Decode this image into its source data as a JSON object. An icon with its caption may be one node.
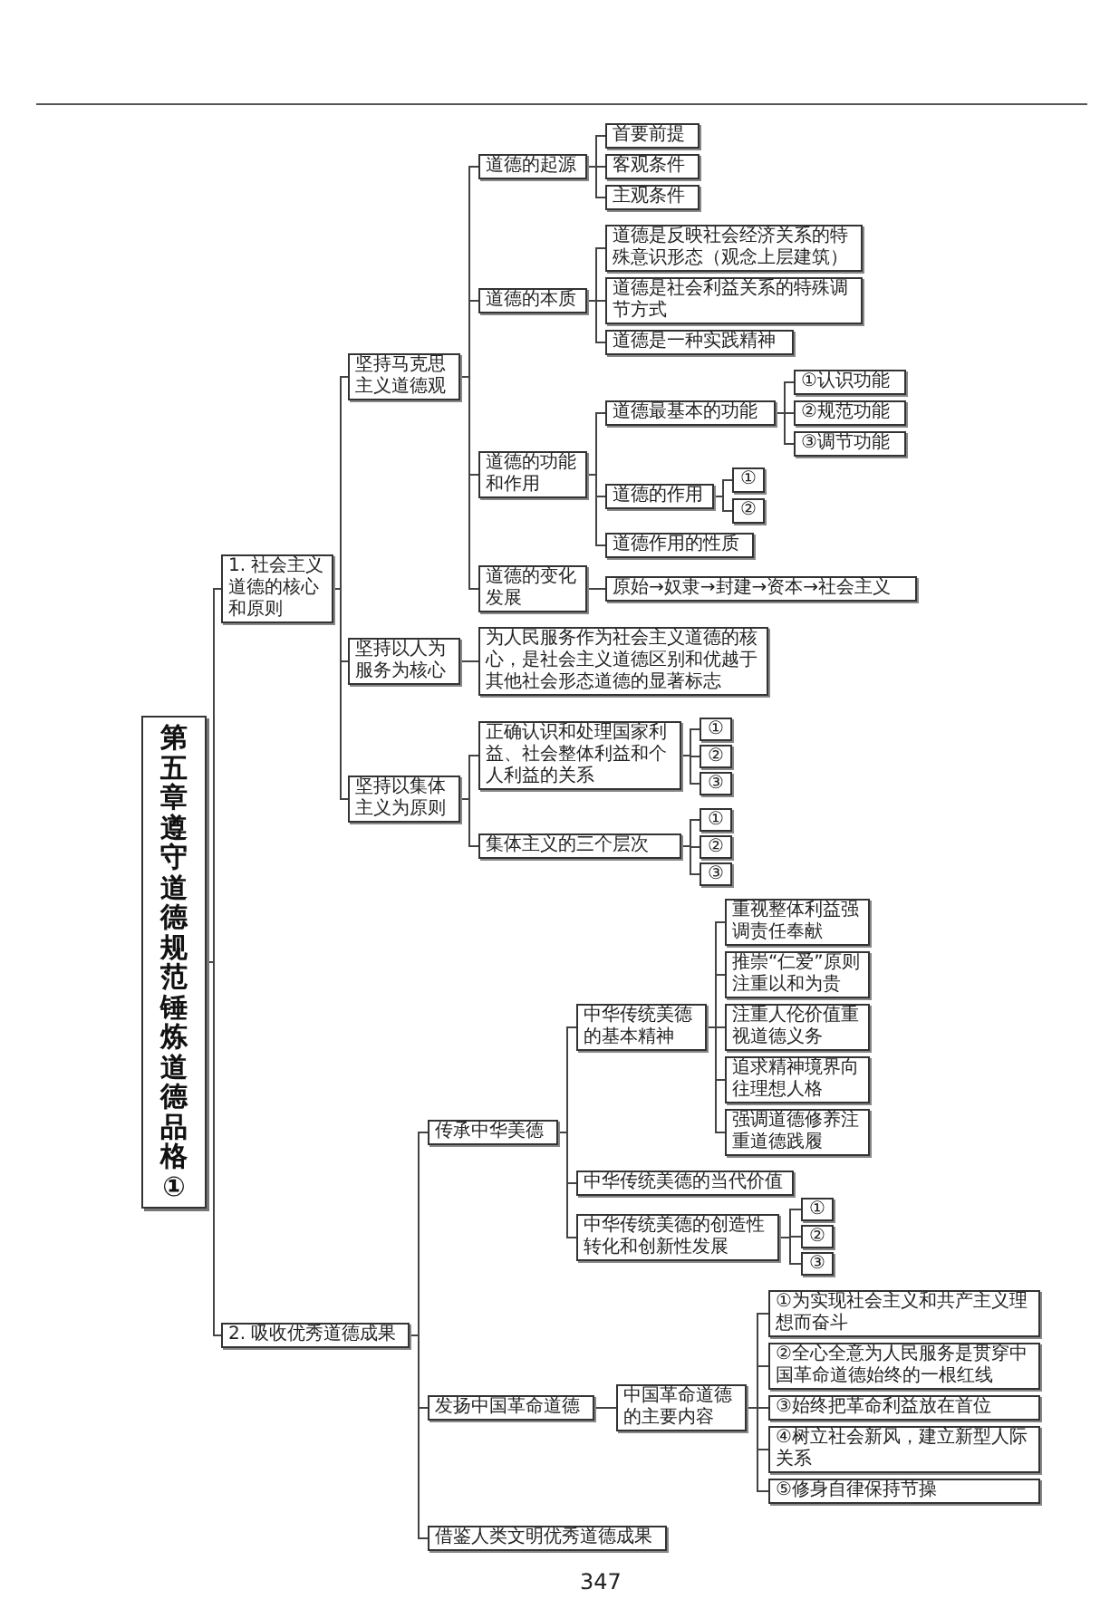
{
  "diagram": {
    "nodes": [
      {
        "text": [
          "第五章遵守道德规范锤炼道德品格①"
        ]
      },
      {
        "text": [
          "1. 社会主义道德的核心和原则"
        ]
      },
      {
        "text": [
          "坚持马克思主义道德观"
        ]
      },
      {
        "text": [
          "道德的起源"
        ]
      },
      {
        "text": [
          "首要前提"
        ]
      },
      {
        "text": [
          "客观条件"
        ]
      },
      {
        "text": [
          "主观条件"
        ]
      },
      {
        "text": [
          "道德的本质"
        ]
      },
      {
        "text": [
          "道德是反映社会经济关系的特殊意识形态（观念上层建筑）"
        ]
      },
      {
        "text": [
          "道德是社会利益关系的特殊调节方式"
        ]
      },
      {
        "text": [
          "道德是一种实践精神"
        ]
      },
      {
        "text": [
          "道德的功能和作用"
        ]
      },
      {
        "text": [
          "道德最基本的功能"
        ]
      },
      {
        "text": [
          "①认识功能"
        ]
      },
      {
        "text": [
          "②规范功能"
        ]
      },
      {
        "text": [
          "③调节功能"
        ]
      },
      {
        "text": [
          "道德的作用"
        ]
      },
      {
        "text": [
          "①"
        ]
      },
      {
        "text": [
          "②"
        ]
      },
      {
        "text": [
          "道德作用的性质"
        ]
      },
      {
        "text": [
          "道德的变化发展"
        ]
      },
      {
        "text": [
          "原始→奴隶→封建→资本→社会主义"
        ]
      },
      {
        "text": [
          "坚持以人为服务为核心"
        ]
      },
      {
        "text": [
          "为人民服务作为社会主义道德的核心，是社会主义道德区别和优越于其他社会形态道德的显著标志"
        ]
      },
      {
        "text": [
          "坚持以集体主义为原则"
        ]
      },
      {
        "text": [
          "正确认识和处理国家利益、社会整体利益和个人利益的关系"
        ]
      },
      {
        "text": [
          "①"
        ]
      },
      {
        "text": [
          "②"
        ]
      },
      {
        "text": [
          "③"
        ]
      },
      {
        "text": [
          "集体主义的三个层次"
        ]
      },
      {
        "text": [
          "①"
        ]
      },
      {
        "text": [
          "②"
        ]
      },
      {
        "text": [
          "③"
        ]
      },
      {
        "text": [
          "2. 吸收优秀道德成果"
        ]
      },
      {
        "text": [
          "传承中华美德"
        ]
      },
      {
        "text": [
          "中华传统美德的基本精神"
        ]
      },
      {
        "text": [
          "重视整体利益强调责任奉献"
        ]
      },
      {
        "text": [
          "推崇“仁爱”原则注重以和为贵"
        ]
      },
      {
        "text": [
          "注重人伦价值重视道德义务"
        ]
      },
      {
        "text": [
          "追求精神境界向往理想人格"
        ]
      },
      {
        "text": [
          "强调道德修养注重道德践履"
        ]
      },
      {
        "text": [
          "中华传统美德的当代价值"
        ]
      },
      {
        "text": [
          "中华传统美德的创造性转化和创新性发展"
        ]
      },
      {
        "text": [
          "①"
        ]
      },
      {
        "text": [
          "②"
        ]
      },
      {
        "text": [
          "③"
        ]
      },
      {
        "text": [
          "发扬中国革命道德"
        ]
      },
      {
        "text": [
          "中国革命道德的主要内容"
        ]
      },
      {
        "text": [
          "①为实现社会主义和共产主义理想而奋斗"
        ]
      },
      {
        "text": [
          "②全心全意为人民服务是贯穿中国革命道德始终的一根红线"
        ]
      },
      {
        "text": [
          "③始终把革命利益放在首位"
        ]
      },
      {
        "text": [
          "④树立社会新风，建立新型人际关系"
        ]
      },
      {
        "text": [
          "⑤修身自律保持节操"
        ]
      },
      {
        "text": [
          "借鉴人类文明优秀道德成果"
        ]
      }
    ],
    "edges": [
      {
        "from": 0,
        "to": 1,
        "arrow": "none"
      },
      {
        "from": 0,
        "to": 33,
        "arrow": "none"
      },
      {
        "from": 1,
        "to": 2,
        "arrow": "none"
      },
      {
        "from": 1,
        "to": 22,
        "arrow": "none"
      },
      {
        "from": 1,
        "to": 24,
        "arrow": "none"
      },
      {
        "from": 2,
        "to": 3,
        "arrow": "none"
      },
      {
        "from": 2,
        "to": 7,
        "arrow": "none"
      },
      {
        "from": 2,
        "to": 11,
        "arrow": "none"
      },
      {
        "from": 2,
        "to": 20,
        "arrow": "none"
      },
      {
        "from": 3,
        "to": 4,
        "arrow": "none"
      },
      {
        "from": 3,
        "to": 5,
        "arrow": "none"
      },
      {
        "from": 3,
        "to": 6,
        "arrow": "none"
      },
      {
        "from": 7,
        "to": 8,
        "arrow": "none"
      },
      {
        "from": 7,
        "to": 9,
        "arrow": "none"
      },
      {
        "from": 7,
        "to": 10,
        "arrow": "none"
      },
      {
        "from": 11,
        "to": 12,
        "arrow": "none"
      },
      {
        "from": 11,
        "to": 16,
        "arrow": "none"
      },
      {
        "from": 11,
        "to": 19,
        "arrow": "none"
      },
      {
        "from": 12,
        "to": 13,
        "arrow": "none"
      },
      {
        "from": 12,
        "to": 14,
        "arrow": "none"
      },
      {
        "from": 12,
        "to": 15,
        "arrow": "none"
      },
      {
        "from": 16,
        "to": 17,
        "arrow": "none"
      },
      {
        "from": 16,
        "to": 18,
        "arrow": "none"
      },
      {
        "from": 20,
        "to": 21,
        "arrow": "none"
      },
      {
        "from": 22,
        "to": 23,
        "arrow": "none"
      },
      {
        "from": 24,
        "to": 25,
        "arrow": "none"
      },
      {
        "from": 24,
        "to": 29,
        "arrow": "none"
      },
      {
        "from": 25,
        "to": 26,
        "arrow": "none"
      },
      {
        "from": 25,
        "to": 27,
        "arrow": "none"
      },
      {
        "from": 25,
        "to": 28,
        "arrow": "none"
      },
      {
        "from": 29,
        "to": 30,
        "arrow": "none"
      },
      {
        "from": 29,
        "to": 31,
        "arrow": "none"
      },
      {
        "from": 29,
        "to": 32,
        "arrow": "none"
      },
      {
        "from": 33,
        "to": 34,
        "arrow": "none"
      },
      {
        "from": 33,
        "to": 46,
        "arrow": "none"
      },
      {
        "from": 33,
        "to": 53,
        "arrow": "none"
      },
      {
        "from": 34,
        "to": 35,
        "arrow": "none"
      },
      {
        "from": 34,
        "to": 41,
        "arrow": "none"
      },
      {
        "from": 34,
        "to": 42,
        "arrow": "none"
      },
      {
        "from": 35,
        "to": 36,
        "arrow": "none"
      },
      {
        "from": 35,
        "to": 37,
        "arrow": "none"
      },
      {
        "from": 35,
        "to": 38,
        "arrow": "none"
      },
      {
        "from": 35,
        "to": 39,
        "arrow": "none"
      },
      {
        "from": 35,
        "to": 40,
        "arrow": "none"
      },
      {
        "from": 42,
        "to": 43,
        "arrow": "none"
      },
      {
        "from": 42,
        "to": 44,
        "arrow": "none"
      },
      {
        "from": 42,
        "to": 45,
        "arrow": "none"
      },
      {
        "from": 46,
        "to": 47,
        "arrow": "none"
      },
      {
        "from": 47,
        "to": 48,
        "arrow": "none"
      },
      {
        "from": 47,
        "to": 49,
        "arrow": "none"
      },
      {
        "from": 47,
        "to": 50,
        "arrow": "none"
      },
      {
        "from": 47,
        "to": 51,
        "arrow": "none"
      },
      {
        "from": 47,
        "to": 52,
        "arrow": "none"
      }
    ],
    "labels": [
      "347"
    ]
  }
}
